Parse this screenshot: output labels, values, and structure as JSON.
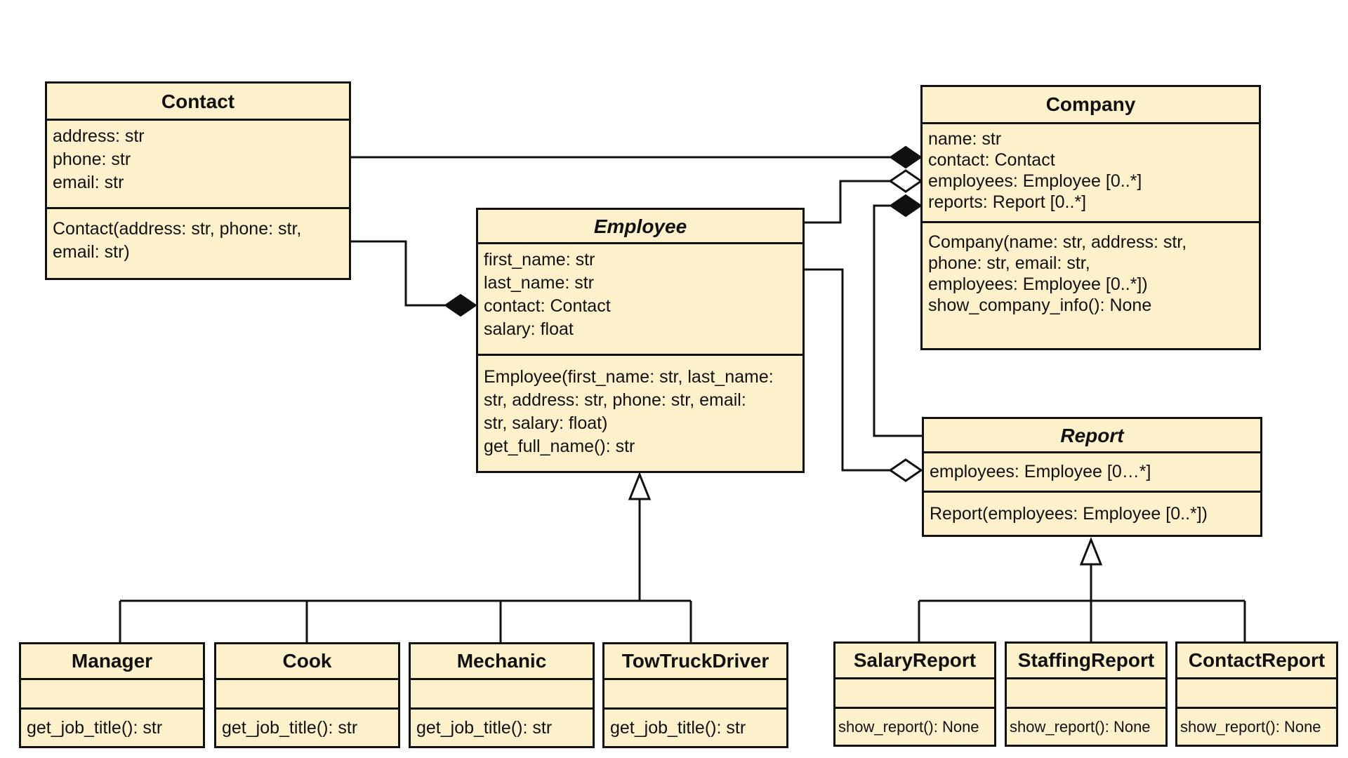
{
  "classes": {
    "contact": {
      "name": "Contact",
      "attributes": [
        "address: str",
        "phone: str",
        "email: str"
      ],
      "methods": [
        "Contact(address: str, phone: str,",
        "email: str)"
      ]
    },
    "company": {
      "name": "Company",
      "attributes": [
        "name: str",
        "contact: Contact",
        "employees: Employee [0..*]",
        "reports: Report [0..*]"
      ],
      "methods": [
        "Company(name: str, address: str,",
        "phone: str, email: str,",
        "employees: Employee [0..*])",
        "show_company_info(): None"
      ]
    },
    "employee": {
      "name": "Employee",
      "attributes": [
        "first_name: str",
        "last_name: str",
        "contact: Contact",
        "salary: float"
      ],
      "methods": [
        "Employee(first_name: str, last_name:",
        "str, address: str, phone: str, email:",
        "str,  salary: float)",
        "get_full_name(): str"
      ]
    },
    "report": {
      "name": "Report",
      "attributes": [
        "employees: Employee [0…*]"
      ],
      "methods": [
        "Report(employees: Employee [0..*])"
      ]
    },
    "manager": {
      "name": "Manager",
      "methods": [
        "get_job_title(): str"
      ]
    },
    "cook": {
      "name": "Cook",
      "methods": [
        "get_job_title(): str"
      ]
    },
    "mechanic": {
      "name": "Mechanic",
      "methods": [
        "get_job_title(): str"
      ]
    },
    "towtruckdriver": {
      "name": "TowTruckDriver",
      "methods": [
        "get_job_title(): str"
      ]
    },
    "salaryreport": {
      "name": "SalaryReport",
      "methods": [
        "show_report(): None"
      ]
    },
    "staffingreport": {
      "name": "StaffingReport",
      "methods": [
        "show_report(): None"
      ]
    },
    "contactreport": {
      "name": "ContactReport",
      "methods": [
        "show_report(): None"
      ]
    }
  },
  "colors": {
    "class_fill": "#fdf1cc",
    "line": "#111111"
  }
}
